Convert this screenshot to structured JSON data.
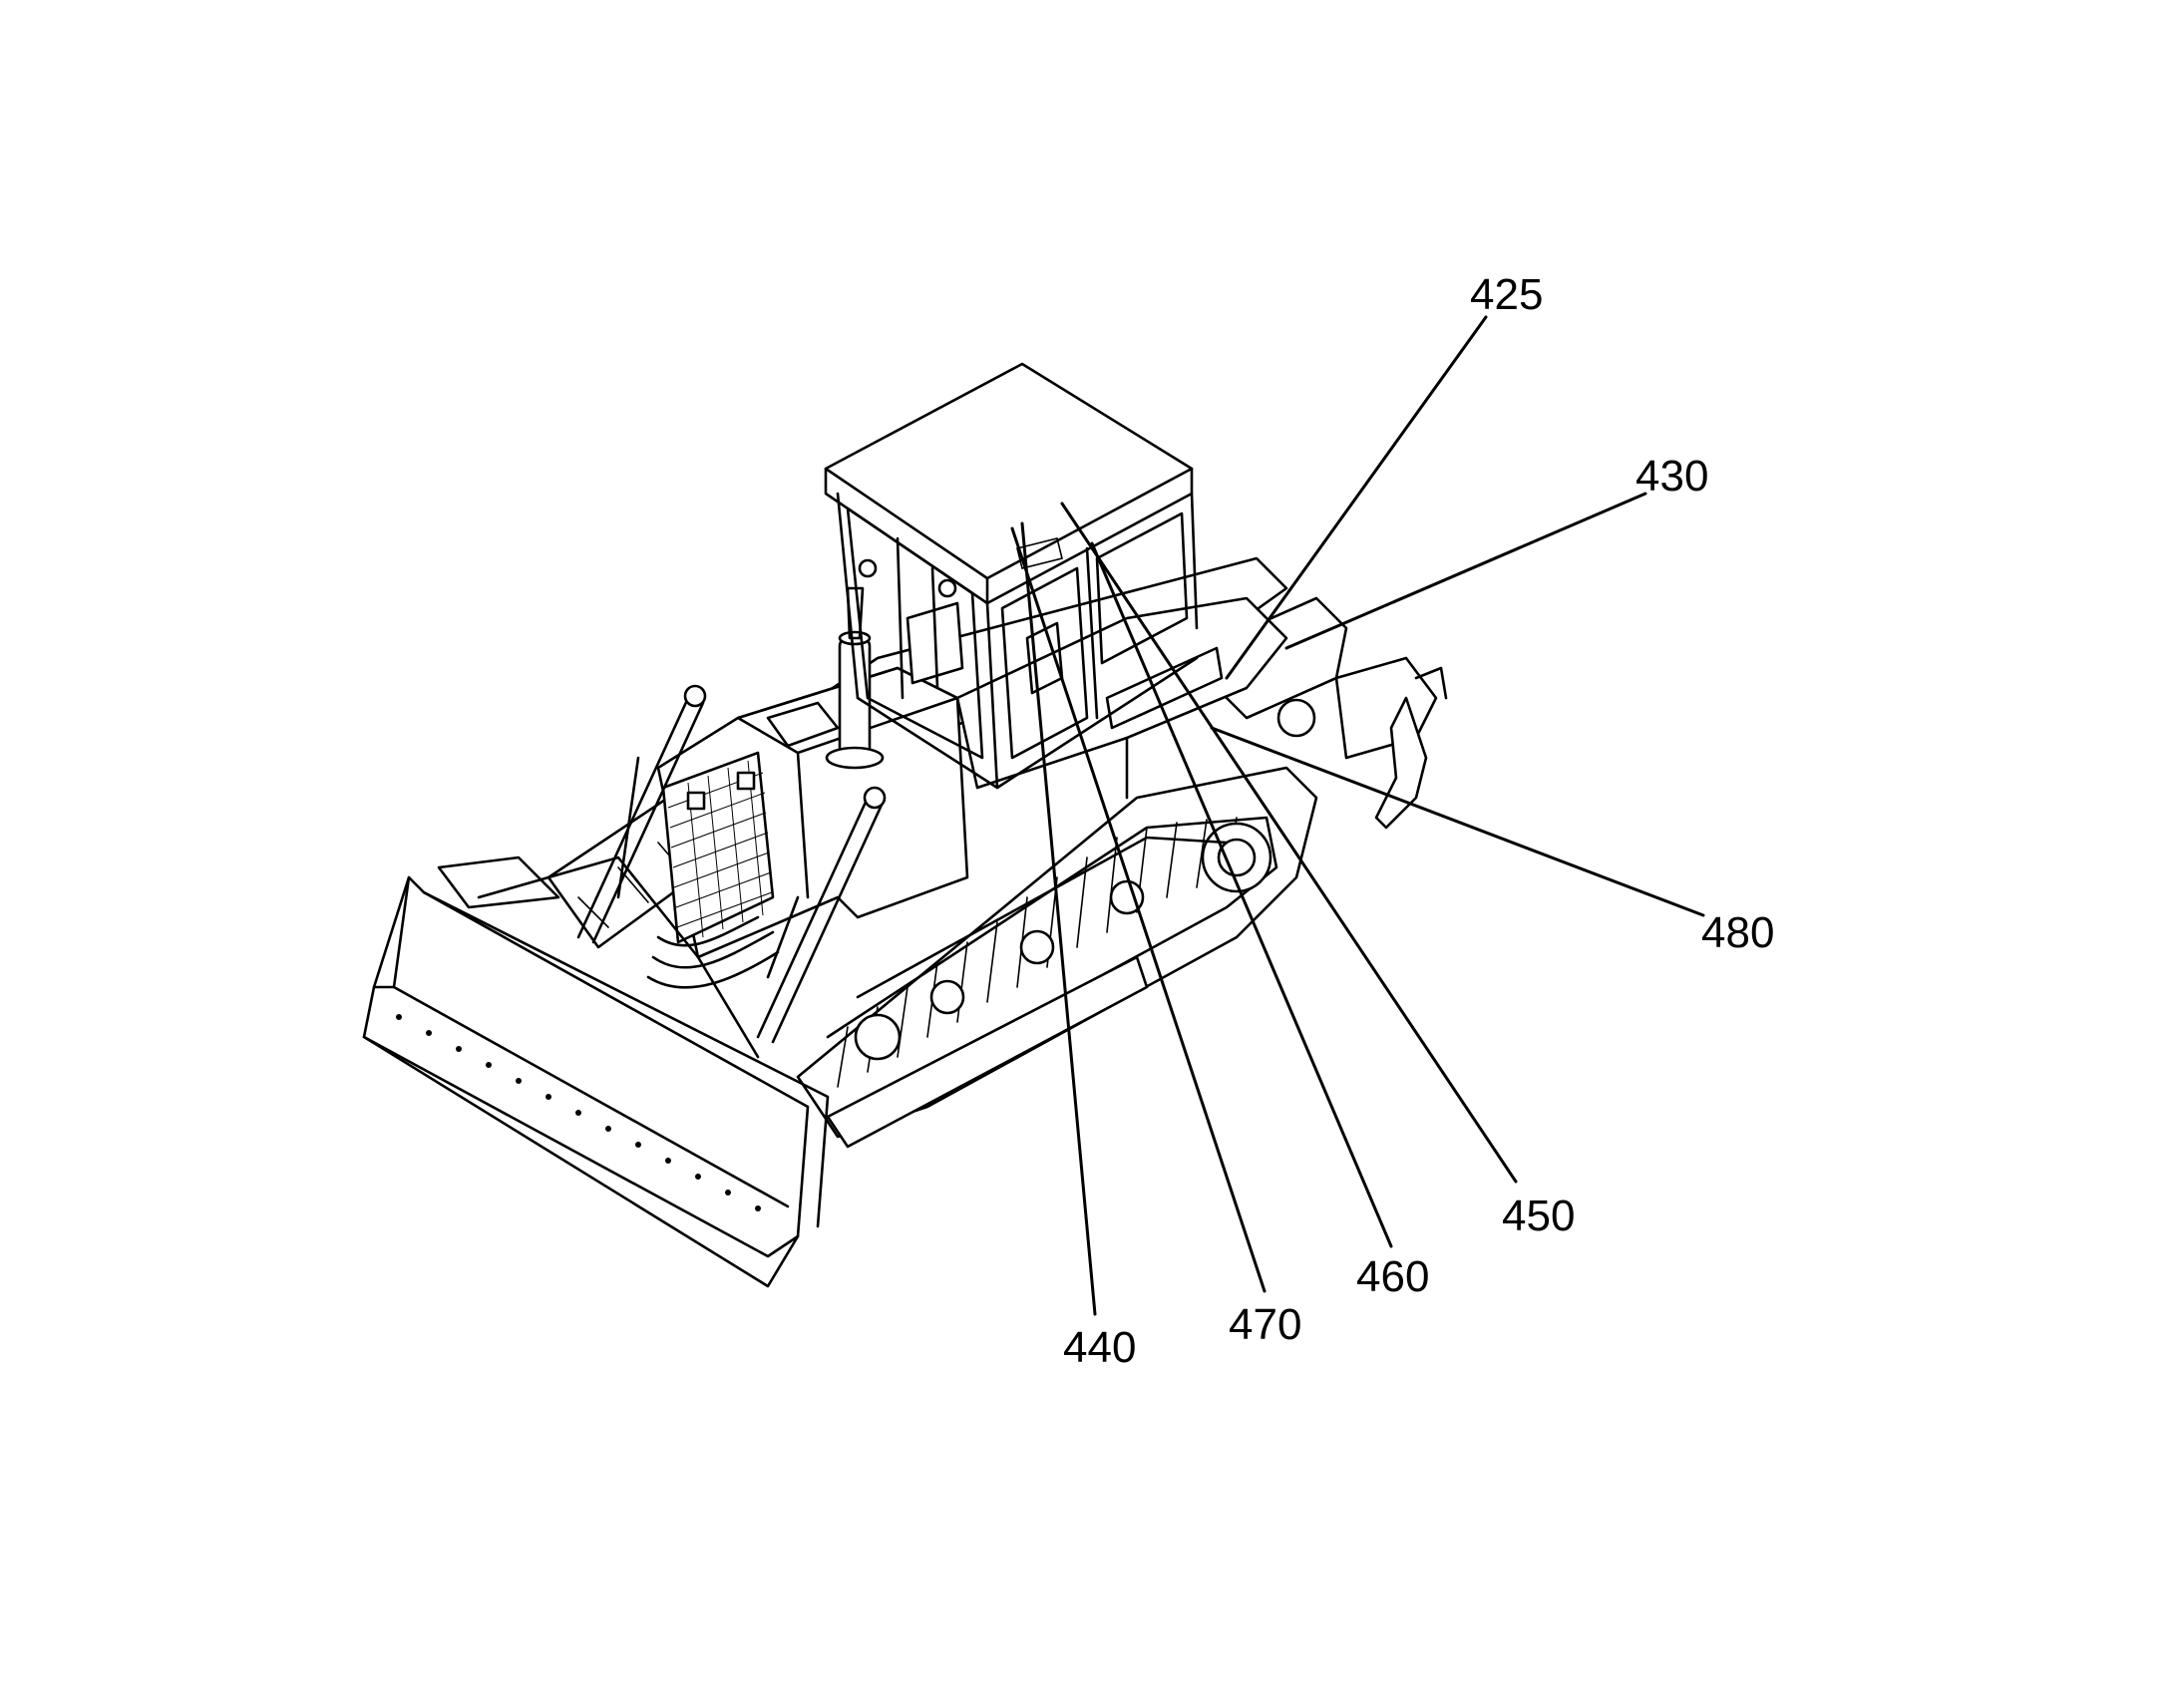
{
  "figure": {
    "labels": [
      {
        "id": "425",
        "text": "425"
      },
      {
        "id": "430",
        "text": "430"
      },
      {
        "id": "480",
        "text": "480"
      },
      {
        "id": "450",
        "text": "450"
      },
      {
        "id": "460",
        "text": "460"
      },
      {
        "id": "470",
        "text": "470"
      },
      {
        "id": "440",
        "text": "440"
      }
    ],
    "colors": {
      "line": "#000000",
      "background": "#ffffff"
    }
  }
}
